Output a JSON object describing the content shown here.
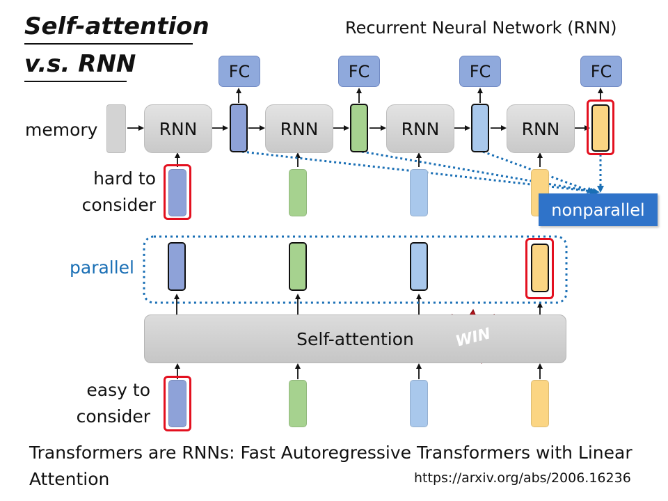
{
  "title": {
    "line1": "Self-attention",
    "line2": "v.s. RNN"
  },
  "subtitle": "Recurrent Neural Network (RNN)",
  "rnn": {
    "memory_label": "memory",
    "fc_label": "FC",
    "cell_label": "RNN"
  },
  "labels": {
    "hard_line1": "hard to",
    "hard_line2": "consider",
    "parallel": "parallel",
    "easy_line1": "easy to",
    "easy_line2": "consider",
    "nonparallel": "nonparallel"
  },
  "self_attention_label": "Self-attention",
  "win_badge": "WIN",
  "citation": "Transformers are RNNs: Fast Autoregressive Transformers with Linear Attention",
  "url": "https://arxiv.org/abs/2006.16236",
  "colors": {
    "fc": "#8fa9dc",
    "vector_blue": "#8ea2d8",
    "vector_green": "#a6d28f",
    "vector_light_blue": "#a9c8ec",
    "vector_yellow": "#fbd583",
    "highlight_red": "#e3101f",
    "dotted_blue": "#1a6fb5",
    "nonparallel_bg": "#2f73c9",
    "win_red": "#b3141c"
  }
}
